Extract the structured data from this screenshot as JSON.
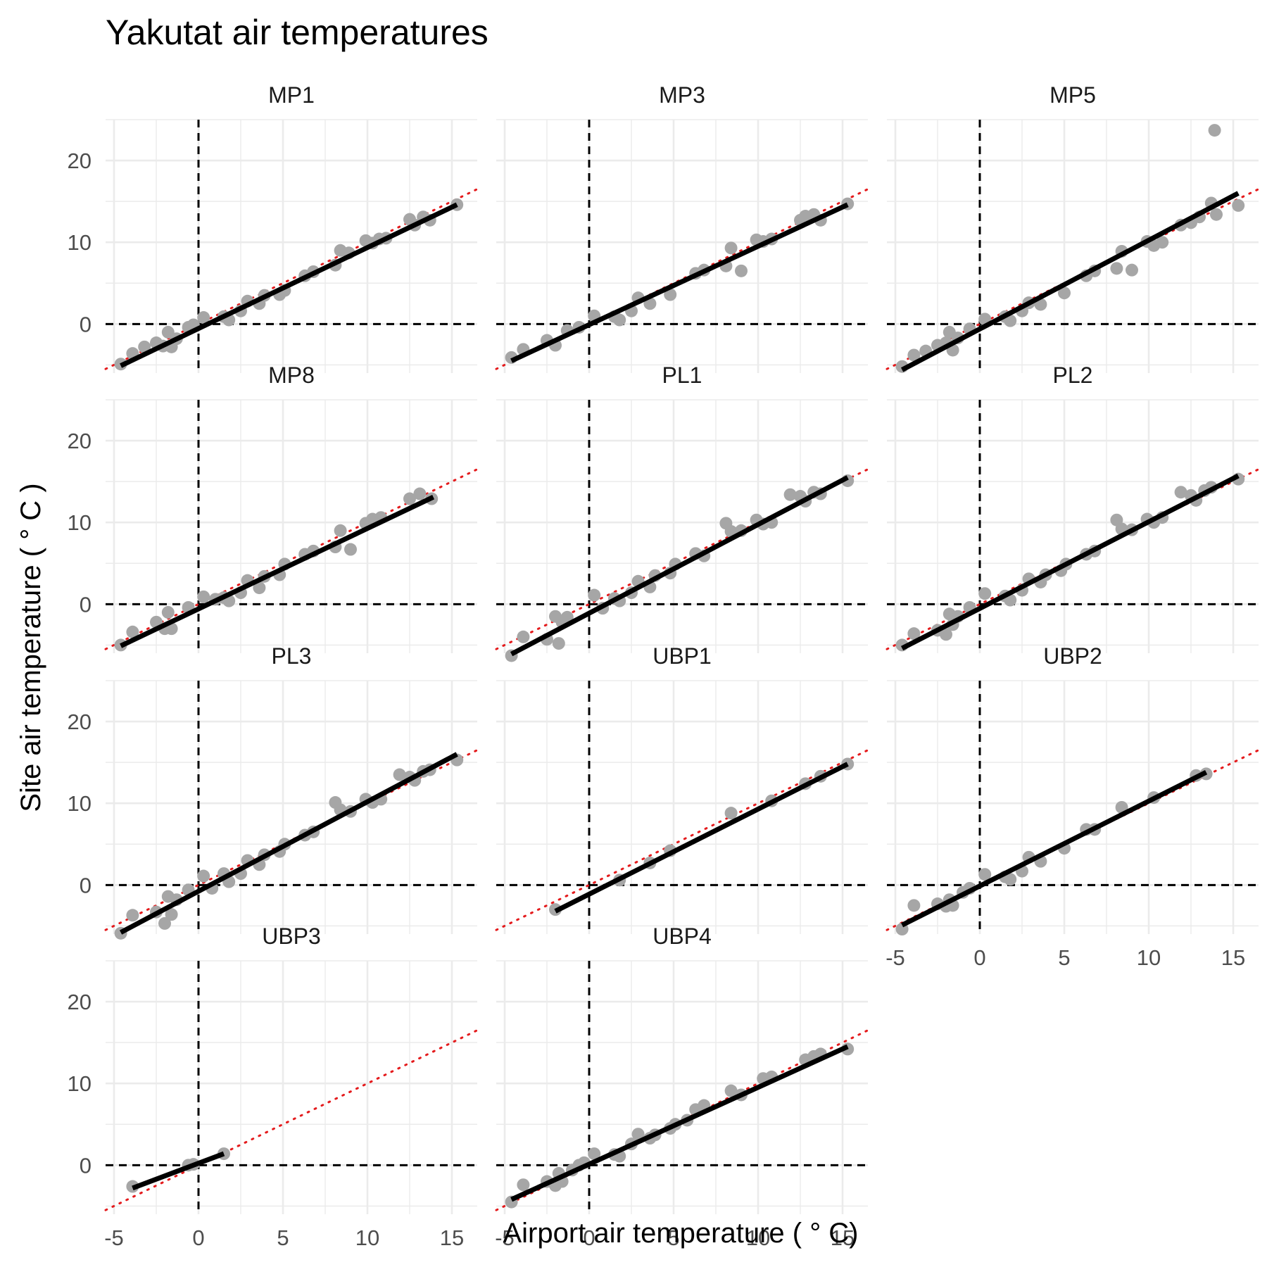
{
  "chart_data": {
    "type": "scatter",
    "title": "Yakutat air temperatures",
    "xlabel": "Airport air temperature ( ° C)",
    "ylabel": "Site air temperature ( ° C )",
    "xlim": [
      -5.5,
      16.5
    ],
    "ylim": [
      -6,
      25
    ],
    "x_ticks": [
      -5,
      0,
      5,
      10,
      15
    ],
    "y_ticks": [
      0,
      10,
      20
    ],
    "grid": true,
    "reference_lines": {
      "vertical": 0,
      "horizontal": 0,
      "identity_line": "dotted red, y = x"
    },
    "colors": {
      "points": "#a6a6a6",
      "fit": "#000000",
      "identity": "#e41a1c",
      "grid": "#ebebeb"
    },
    "panels": [
      {
        "name": "MP1",
        "fit": [
          [
            -4.6,
            -5.1
          ],
          [
            15.3,
            14.6
          ]
        ],
        "points": [
          [
            -4.6,
            -4.9
          ],
          [
            -3.9,
            -3.6
          ],
          [
            -3.2,
            -2.8
          ],
          [
            -2.5,
            -2.3
          ],
          [
            -2.1,
            -2.7
          ],
          [
            -1.8,
            -1.0
          ],
          [
            -1.6,
            -2.8
          ],
          [
            -1.3,
            -1.8
          ],
          [
            -0.6,
            -0.4
          ],
          [
            -0.3,
            -0.1
          ],
          [
            0.3,
            0.8
          ],
          [
            1.5,
            0.9
          ],
          [
            1.8,
            0.5
          ],
          [
            2.5,
            1.6
          ],
          [
            2.9,
            2.8
          ],
          [
            3.6,
            2.5
          ],
          [
            3.9,
            3.5
          ],
          [
            4.8,
            3.6
          ],
          [
            5.1,
            4.1
          ],
          [
            6.3,
            5.9
          ],
          [
            6.8,
            6.4
          ],
          [
            8.1,
            7.2
          ],
          [
            8.4,
            9.0
          ],
          [
            8.9,
            8.7
          ],
          [
            9.9,
            10.2
          ],
          [
            10.3,
            9.9
          ],
          [
            10.7,
            10.4
          ],
          [
            11.1,
            10.5
          ],
          [
            12.5,
            12.8
          ],
          [
            12.8,
            12.1
          ],
          [
            13.3,
            13.1
          ],
          [
            13.7,
            12.7
          ],
          [
            15.3,
            14.6
          ]
        ]
      },
      {
        "name": "MP3",
        "fit": [
          [
            -4.6,
            -4.5
          ],
          [
            15.3,
            14.6
          ]
        ],
        "points": [
          [
            -4.6,
            -4.1
          ],
          [
            -3.9,
            -3.1
          ],
          [
            -2.5,
            -2.0
          ],
          [
            -2.0,
            -2.6
          ],
          [
            -1.3,
            -0.8
          ],
          [
            -0.6,
            -0.4
          ],
          [
            0.3,
            1.0
          ],
          [
            1.5,
            0.9
          ],
          [
            1.8,
            0.5
          ],
          [
            2.5,
            1.6
          ],
          [
            2.9,
            3.2
          ],
          [
            3.6,
            2.5
          ],
          [
            4.8,
            3.6
          ],
          [
            6.3,
            6.2
          ],
          [
            6.8,
            6.6
          ],
          [
            8.1,
            7.1
          ],
          [
            8.4,
            9.3
          ],
          [
            9.0,
            6.5
          ],
          [
            9.9,
            10.3
          ],
          [
            10.3,
            10.1
          ],
          [
            10.8,
            10.4
          ],
          [
            12.5,
            12.7
          ],
          [
            12.8,
            13.2
          ],
          [
            13.3,
            13.4
          ],
          [
            13.7,
            12.7
          ],
          [
            15.3,
            14.7
          ]
        ]
      },
      {
        "name": "MP5",
        "fit": [
          [
            -4.6,
            -5.6
          ],
          [
            15.3,
            16.0
          ]
        ],
        "points": [
          [
            -4.6,
            -5.2
          ],
          [
            -3.9,
            -3.8
          ],
          [
            -3.2,
            -3.3
          ],
          [
            -2.5,
            -2.6
          ],
          [
            -2.0,
            -2.3
          ],
          [
            -1.8,
            -1.0
          ],
          [
            -1.6,
            -3.2
          ],
          [
            -1.3,
            -1.7
          ],
          [
            -0.6,
            -0.6
          ],
          [
            0.3,
            0.6
          ],
          [
            1.5,
            0.9
          ],
          [
            1.8,
            0.4
          ],
          [
            2.5,
            1.6
          ],
          [
            2.9,
            2.6
          ],
          [
            3.6,
            2.4
          ],
          [
            5.0,
            3.8
          ],
          [
            6.3,
            5.9
          ],
          [
            6.8,
            6.5
          ],
          [
            8.1,
            6.8
          ],
          [
            8.4,
            8.9
          ],
          [
            9.0,
            6.6
          ],
          [
            9.9,
            10.1
          ],
          [
            10.3,
            9.6
          ],
          [
            10.8,
            10.0
          ],
          [
            11.9,
            12.1
          ],
          [
            12.5,
            12.4
          ],
          [
            13.0,
            13.1
          ],
          [
            13.7,
            14.8
          ],
          [
            13.9,
            23.7
          ],
          [
            14.0,
            13.4
          ],
          [
            15.3,
            14.5
          ]
        ]
      },
      {
        "name": "MP8",
        "fit": [
          [
            -4.6,
            -5.1
          ],
          [
            13.9,
            13.1
          ]
        ],
        "points": [
          [
            -4.6,
            -5.0
          ],
          [
            -3.9,
            -3.4
          ],
          [
            -2.5,
            -2.2
          ],
          [
            -2.0,
            -3.0
          ],
          [
            -1.8,
            -1.0
          ],
          [
            -1.6,
            -3.0
          ],
          [
            -0.6,
            -0.4
          ],
          [
            0.3,
            0.9
          ],
          [
            1.0,
            0.6
          ],
          [
            1.5,
            0.8
          ],
          [
            1.8,
            0.4
          ],
          [
            2.5,
            1.4
          ],
          [
            2.9,
            2.9
          ],
          [
            3.6,
            2.0
          ],
          [
            3.9,
            3.4
          ],
          [
            4.8,
            3.6
          ],
          [
            5.1,
            4.9
          ],
          [
            6.3,
            6.1
          ],
          [
            6.8,
            6.5
          ],
          [
            8.1,
            7.0
          ],
          [
            8.4,
            9.0
          ],
          [
            9.0,
            6.7
          ],
          [
            9.9,
            9.9
          ],
          [
            10.3,
            10.4
          ],
          [
            10.8,
            10.6
          ],
          [
            12.5,
            12.9
          ],
          [
            13.1,
            13.5
          ],
          [
            13.8,
            12.9
          ]
        ]
      },
      {
        "name": "PL1",
        "fit": [
          [
            -4.6,
            -6.1
          ],
          [
            15.3,
            15.5
          ]
        ],
        "points": [
          [
            -4.6,
            -6.3
          ],
          [
            -3.9,
            -4.0
          ],
          [
            -2.5,
            -4.3
          ],
          [
            -2.0,
            -1.5
          ],
          [
            -1.8,
            -4.8
          ],
          [
            -1.6,
            -2.2
          ],
          [
            -1.3,
            -1.6
          ],
          [
            0.3,
            1.1
          ],
          [
            0.8,
            -0.5
          ],
          [
            1.5,
            0.7
          ],
          [
            1.8,
            0.4
          ],
          [
            2.5,
            1.4
          ],
          [
            2.9,
            2.8
          ],
          [
            3.6,
            2.1
          ],
          [
            3.9,
            3.5
          ],
          [
            4.8,
            3.8
          ],
          [
            5.1,
            4.9
          ],
          [
            6.3,
            6.2
          ],
          [
            6.8,
            5.9
          ],
          [
            8.1,
            9.9
          ],
          [
            8.4,
            8.9
          ],
          [
            9.0,
            9.0
          ],
          [
            9.9,
            10.3
          ],
          [
            10.3,
            9.8
          ],
          [
            10.8,
            10.0
          ],
          [
            11.9,
            13.4
          ],
          [
            12.5,
            13.2
          ],
          [
            12.8,
            12.6
          ],
          [
            13.3,
            13.7
          ],
          [
            13.7,
            13.5
          ],
          [
            15.3,
            15.1
          ]
        ]
      },
      {
        "name": "PL2",
        "fit": [
          [
            -4.6,
            -5.4
          ],
          [
            15.3,
            15.7
          ]
        ],
        "points": [
          [
            -4.6,
            -5.0
          ],
          [
            -3.9,
            -3.6
          ],
          [
            -2.5,
            -3.2
          ],
          [
            -2.0,
            -3.7
          ],
          [
            -1.8,
            -1.2
          ],
          [
            -1.6,
            -2.5
          ],
          [
            -1.3,
            -1.5
          ],
          [
            -0.6,
            -0.4
          ],
          [
            0.3,
            1.3
          ],
          [
            1.5,
            1.0
          ],
          [
            1.8,
            0.5
          ],
          [
            2.5,
            1.7
          ],
          [
            2.9,
            3.1
          ],
          [
            3.6,
            2.7
          ],
          [
            3.9,
            3.6
          ],
          [
            4.8,
            4.1
          ],
          [
            5.1,
            4.9
          ],
          [
            6.3,
            6.1
          ],
          [
            6.8,
            6.5
          ],
          [
            8.1,
            10.3
          ],
          [
            8.4,
            9.2
          ],
          [
            9.0,
            9.1
          ],
          [
            9.9,
            10.4
          ],
          [
            10.3,
            10.0
          ],
          [
            10.8,
            10.6
          ],
          [
            11.9,
            13.7
          ],
          [
            12.5,
            13.3
          ],
          [
            12.8,
            12.7
          ],
          [
            13.3,
            13.9
          ],
          [
            13.7,
            14.3
          ],
          [
            15.3,
            15.3
          ]
        ]
      },
      {
        "name": "PL3",
        "fit": [
          [
            -4.6,
            -5.8
          ],
          [
            15.3,
            16.0
          ]
        ],
        "points": [
          [
            -4.6,
            -5.9
          ],
          [
            -3.9,
            -3.7
          ],
          [
            -2.5,
            -3.3
          ],
          [
            -2.0,
            -4.7
          ],
          [
            -1.8,
            -1.4
          ],
          [
            -1.6,
            -3.6
          ],
          [
            -1.3,
            -1.8
          ],
          [
            -0.6,
            -0.6
          ],
          [
            0.3,
            1.1
          ],
          [
            0.8,
            -0.4
          ],
          [
            1.5,
            1.4
          ],
          [
            1.8,
            0.4
          ],
          [
            2.5,
            1.4
          ],
          [
            2.9,
            3.0
          ],
          [
            3.6,
            2.5
          ],
          [
            3.9,
            3.7
          ],
          [
            4.8,
            4.1
          ],
          [
            5.1,
            5.0
          ],
          [
            6.3,
            6.1
          ],
          [
            6.8,
            6.5
          ],
          [
            8.1,
            10.1
          ],
          [
            8.4,
            9.2
          ],
          [
            9.0,
            9.0
          ],
          [
            9.9,
            10.5
          ],
          [
            10.3,
            10.1
          ],
          [
            10.8,
            10.5
          ],
          [
            11.9,
            13.5
          ],
          [
            12.5,
            13.2
          ],
          [
            12.8,
            12.8
          ],
          [
            13.3,
            13.9
          ],
          [
            13.7,
            14.1
          ],
          [
            15.3,
            15.3
          ]
        ]
      },
      {
        "name": "UBP1",
        "fit": [
          [
            -2.0,
            -3.2
          ],
          [
            15.3,
            14.8
          ]
        ],
        "points": [
          [
            -2.0,
            -3.0
          ],
          [
            1.8,
            0.6
          ],
          [
            3.6,
            2.7
          ],
          [
            4.8,
            4.2
          ],
          [
            8.4,
            8.8
          ],
          [
            10.8,
            10.3
          ],
          [
            12.8,
            12.4
          ],
          [
            13.7,
            13.3
          ],
          [
            15.3,
            14.8
          ]
        ]
      },
      {
        "name": "UBP2",
        "fit": [
          [
            -4.6,
            -4.9
          ],
          [
            13.4,
            13.8
          ]
        ],
        "points": [
          [
            -4.6,
            -5.4
          ],
          [
            -3.9,
            -2.5
          ],
          [
            -2.5,
            -2.3
          ],
          [
            -2.0,
            -2.6
          ],
          [
            -1.8,
            -1.8
          ],
          [
            -1.6,
            -2.5
          ],
          [
            -1.0,
            -0.9
          ],
          [
            -0.6,
            -0.4
          ],
          [
            0.3,
            1.3
          ],
          [
            1.5,
            1.0
          ],
          [
            1.8,
            0.7
          ],
          [
            2.5,
            1.7
          ],
          [
            2.9,
            3.4
          ],
          [
            3.6,
            2.9
          ],
          [
            5.0,
            4.5
          ],
          [
            6.3,
            6.8
          ],
          [
            6.8,
            6.8
          ],
          [
            8.4,
            9.5
          ],
          [
            10.3,
            10.7
          ],
          [
            12.8,
            13.4
          ],
          [
            13.4,
            13.6
          ]
        ]
      },
      {
        "name": "UBP3",
        "fit": [
          [
            -3.9,
            -2.8
          ],
          [
            1.5,
            1.4
          ]
        ],
        "points": [
          [
            -3.9,
            -2.6
          ],
          [
            -0.6,
            0.0
          ],
          [
            -0.3,
            0.1
          ],
          [
            1.5,
            1.4
          ]
        ]
      },
      {
        "name": "UBP4",
        "fit": [
          [
            -4.6,
            -4.2
          ],
          [
            15.3,
            14.5
          ]
        ],
        "points": [
          [
            -4.6,
            -4.5
          ],
          [
            -3.9,
            -2.4
          ],
          [
            -2.5,
            -2.0
          ],
          [
            -2.0,
            -2.5
          ],
          [
            -1.8,
            -1.0
          ],
          [
            -1.6,
            -2.0
          ],
          [
            -1.0,
            -0.6
          ],
          [
            -0.6,
            0.0
          ],
          [
            -0.3,
            0.3
          ],
          [
            0.3,
            1.4
          ],
          [
            1.5,
            1.3
          ],
          [
            1.8,
            1.1
          ],
          [
            2.5,
            2.6
          ],
          [
            2.9,
            3.8
          ],
          [
            3.6,
            3.3
          ],
          [
            3.9,
            3.7
          ],
          [
            4.8,
            4.5
          ],
          [
            5.1,
            5.0
          ],
          [
            5.8,
            5.5
          ],
          [
            6.3,
            6.8
          ],
          [
            6.8,
            7.3
          ],
          [
            8.4,
            9.1
          ],
          [
            9.0,
            8.6
          ],
          [
            10.3,
            10.6
          ],
          [
            10.8,
            10.8
          ],
          [
            12.8,
            12.9
          ],
          [
            13.3,
            13.3
          ],
          [
            13.7,
            13.6
          ],
          [
            15.3,
            14.2
          ]
        ]
      }
    ]
  }
}
